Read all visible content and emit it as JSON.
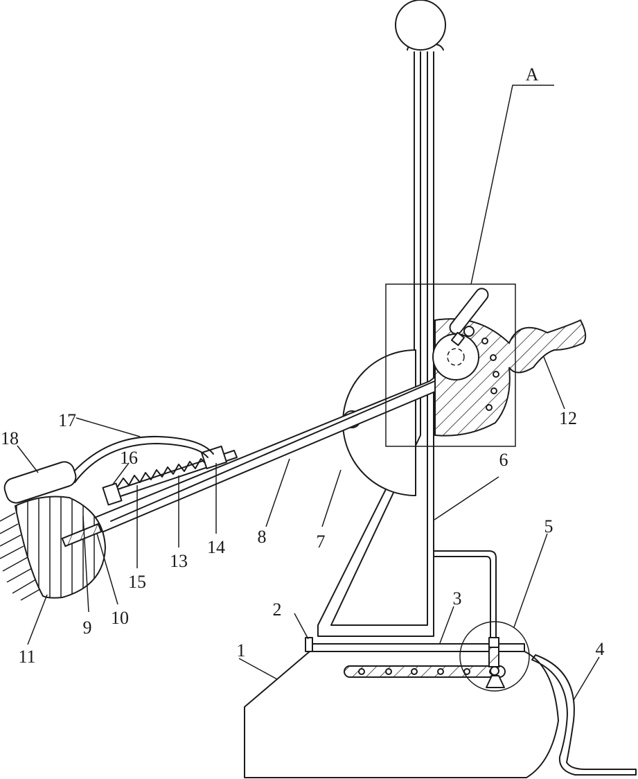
{
  "callouts": [
    {
      "id": "A",
      "text": "A"
    },
    {
      "id": "1",
      "text": "1"
    },
    {
      "id": "2",
      "text": "2"
    },
    {
      "id": "3",
      "text": "3"
    },
    {
      "id": "4",
      "text": "4"
    },
    {
      "id": "5",
      "text": "5"
    },
    {
      "id": "6",
      "text": "6"
    },
    {
      "id": "7",
      "text": "7"
    },
    {
      "id": "8",
      "text": "8"
    },
    {
      "id": "9",
      "text": "9"
    },
    {
      "id": "10",
      "text": "10"
    },
    {
      "id": "11",
      "text": "11"
    },
    {
      "id": "12",
      "text": "12"
    },
    {
      "id": "13",
      "text": "13"
    },
    {
      "id": "14",
      "text": "14"
    },
    {
      "id": "15",
      "text": "15"
    },
    {
      "id": "16",
      "text": "16"
    },
    {
      "id": "17",
      "text": "17"
    },
    {
      "id": "18",
      "text": "18"
    }
  ]
}
